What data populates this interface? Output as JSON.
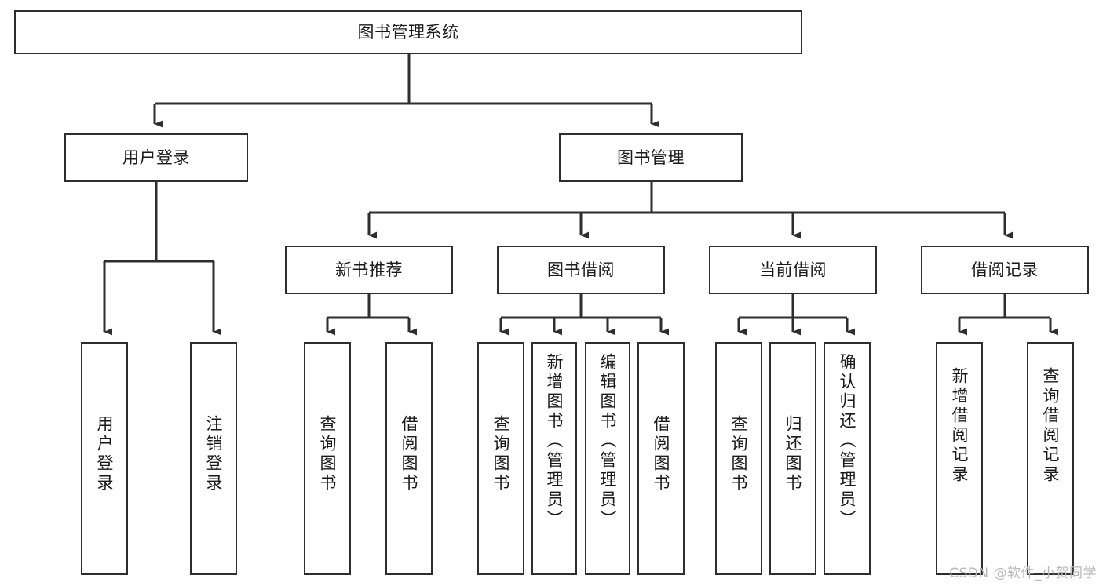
{
  "diagram": {
    "type": "tree",
    "title": "图书管理系统",
    "orientation": "top-down",
    "colors": {
      "box_stroke": "#2e2e2e",
      "box_fill": "#ffffff",
      "connector": "#2e2e2e",
      "text": "#1a1a1a",
      "watermark": "#b9b9b9",
      "background": "#ffffff"
    },
    "root": {
      "id": "root",
      "label": "图书管理系统"
    },
    "level2": [
      {
        "id": "user-login",
        "label": "用户登录"
      },
      {
        "id": "book-manage",
        "label": "图书管理"
      }
    ],
    "level3": [
      {
        "id": "new-book-recommend",
        "label": "新书推荐",
        "parent": "book-manage"
      },
      {
        "id": "book-borrow",
        "label": "图书借阅",
        "parent": "book-manage"
      },
      {
        "id": "current-borrow",
        "label": "当前借阅",
        "parent": "book-manage"
      },
      {
        "id": "borrow-record",
        "label": "借阅记录",
        "parent": "book-manage"
      }
    ],
    "leaves": [
      {
        "id": "leaf-user-login",
        "label": "用户登录",
        "parent": "user-login"
      },
      {
        "id": "leaf-logout-login",
        "label": "注销登录",
        "parent": "user-login"
      },
      {
        "id": "leaf-query-book-1",
        "label": "查询图书",
        "parent": "new-book-recommend"
      },
      {
        "id": "leaf-borrow-book-1",
        "label": "借阅图书",
        "parent": "new-book-recommend"
      },
      {
        "id": "leaf-query-book-2",
        "label": "查询图书",
        "parent": "book-borrow"
      },
      {
        "id": "leaf-add-book",
        "label": "新增图书（管理员）",
        "parent": "book-borrow"
      },
      {
        "id": "leaf-edit-book",
        "label": "编辑图书（管理员）",
        "parent": "book-borrow"
      },
      {
        "id": "leaf-borrow-book-2",
        "label": "借阅图书",
        "parent": "book-borrow"
      },
      {
        "id": "leaf-query-book-3",
        "label": "查询图书",
        "parent": "current-borrow"
      },
      {
        "id": "leaf-return-book",
        "label": "归还图书",
        "parent": "current-borrow"
      },
      {
        "id": "leaf-confirm-return",
        "label": "确认归还（管理员）",
        "parent": "current-borrow"
      },
      {
        "id": "leaf-add-record",
        "label": "新增借阅记录",
        "parent": "borrow-record"
      },
      {
        "id": "leaf-query-record",
        "label": "查询借阅记录",
        "parent": "borrow-record"
      }
    ]
  },
  "watermark": {
    "text": "CSDN @软件_小贺同学"
  }
}
